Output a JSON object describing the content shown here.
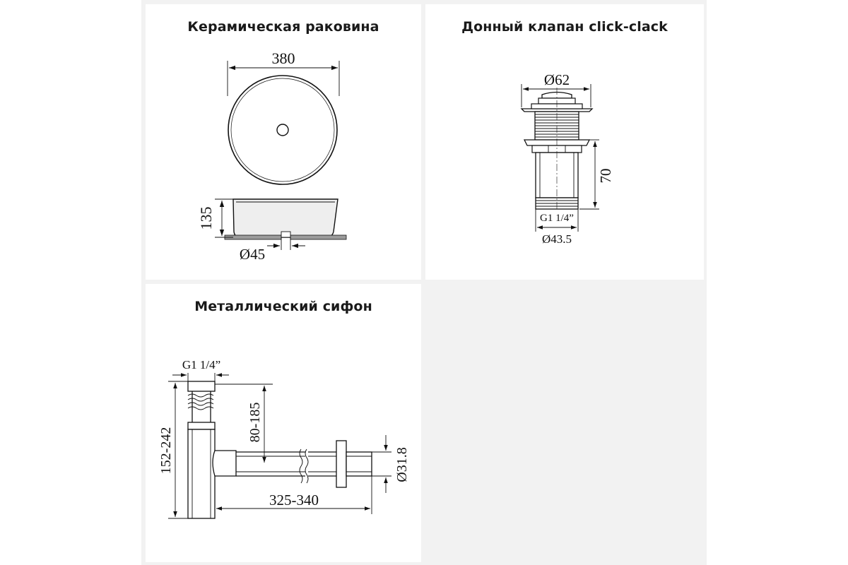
{
  "panels": {
    "sink": {
      "title": "Керамическая раковина",
      "dim_width": "380",
      "dim_height": "135",
      "dim_drain": "Ø45"
    },
    "valve": {
      "title": "Донный клапан click-clack",
      "dim_cap": "Ø62",
      "dim_height": "70",
      "dim_thread": "G1 1/4”",
      "dim_bottom": "Ø43.5"
    },
    "siphon": {
      "title": "Металлический сифон",
      "dim_thread": "G1 1/4”",
      "dim_total_height": "152-242",
      "dim_outlet_height": "80-185",
      "dim_outlet_diameter": "Ø31.8",
      "dim_length": "325-340"
    }
  },
  "colors": {
    "background": "#ffffff",
    "divider": "#f2f2f2",
    "line": "#111111",
    "sink_body": "#eeeeee"
  }
}
